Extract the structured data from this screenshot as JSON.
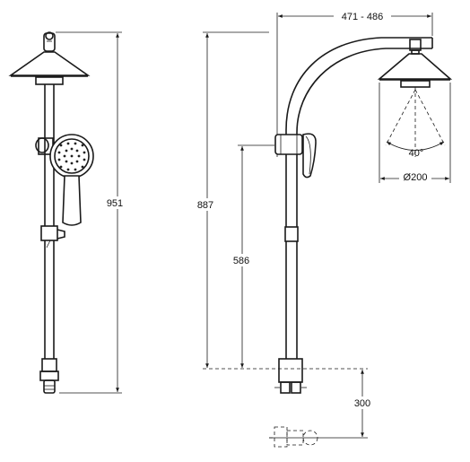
{
  "dimensions": {
    "front_height": "951",
    "side_height": "887",
    "handset_height": "586",
    "reach": "471 - 486",
    "spray_angle": "40°",
    "head_diameter": "Ø200",
    "floor_offset": "300"
  }
}
